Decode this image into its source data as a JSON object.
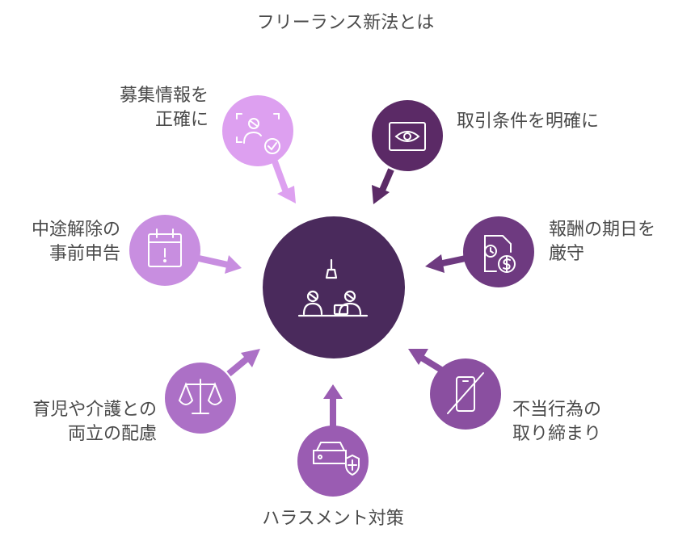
{
  "title": "フリーランス新法とは",
  "center": {
    "icon": "meeting-desk-lamp-icon"
  },
  "items": [
    {
      "id": "recruitment",
      "lines": [
        "募集情報を",
        "正確に"
      ],
      "icon": "person-check-icon",
      "color": "#dda0f0"
    },
    {
      "id": "terms",
      "lines": [
        "取引条件を明確に"
      ],
      "icon": "eye-scan-icon",
      "color": "#5b2a66"
    },
    {
      "id": "payment",
      "lines": [
        "報酬の期日を",
        "厳守"
      ],
      "icon": "clock-document-dollar-icon",
      "color": "#6e3a80"
    },
    {
      "id": "unfair",
      "lines": [
        "不当行為の",
        "取り締まり"
      ],
      "icon": "phone-slash-icon",
      "color": "#8a4fa0"
    },
    {
      "id": "harassment",
      "lines": [
        "ハラスメント対策"
      ],
      "icon": "car-shield-icon",
      "color": "#9a5cb2"
    },
    {
      "id": "childcare",
      "lines": [
        "育児や介護との",
        "両立の配慮"
      ],
      "icon": "balance-scale-icon",
      "color": "#ac70c6"
    },
    {
      "id": "termination",
      "lines": [
        "中途解除の",
        "事前申告"
      ],
      "icon": "calendar-alert-icon",
      "color": "#c88ee0"
    }
  ],
  "colors": {
    "center": "#4a2a5c",
    "text": "#4a4a4a"
  }
}
